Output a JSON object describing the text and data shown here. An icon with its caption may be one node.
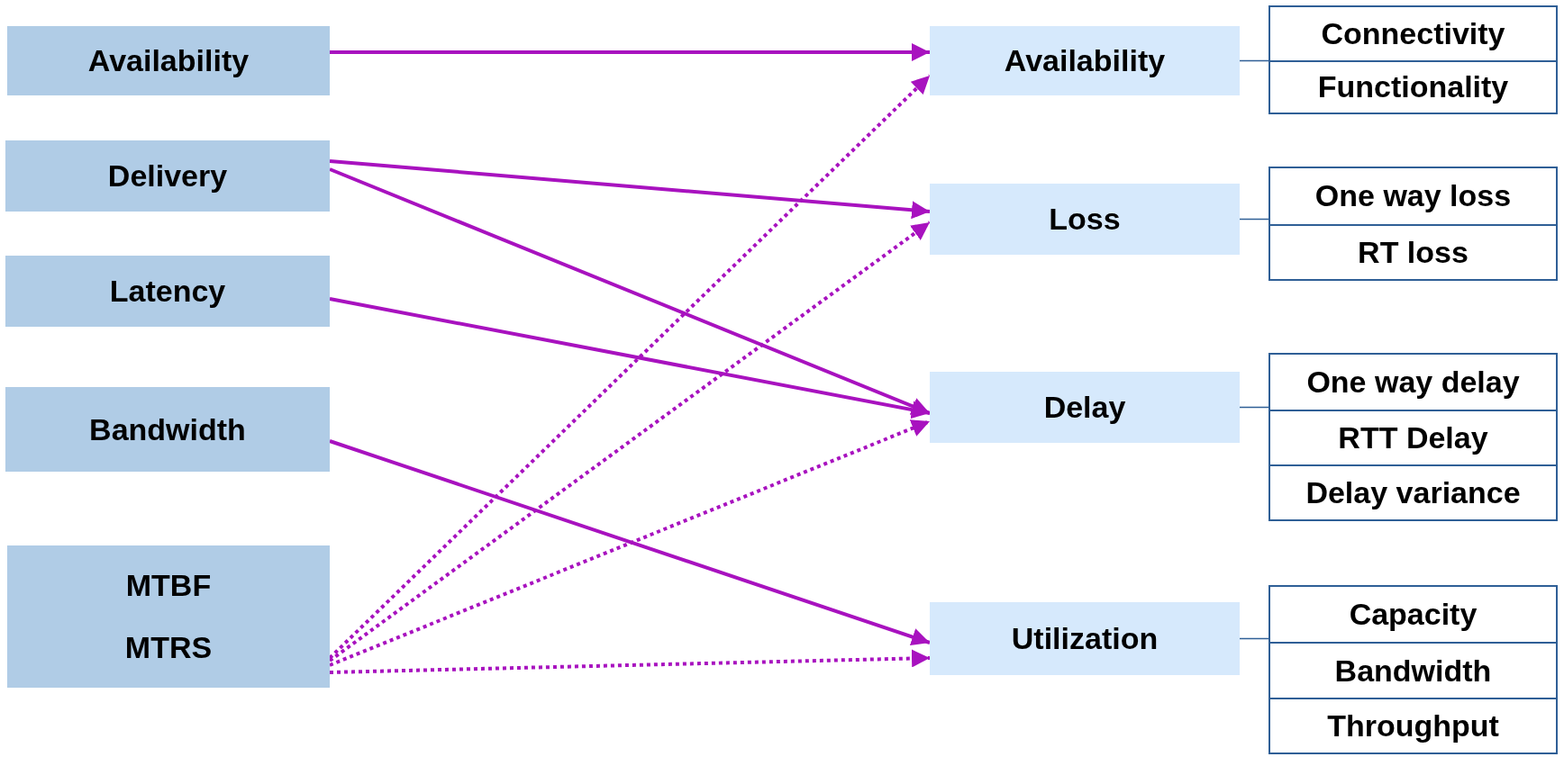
{
  "diagram": {
    "nodes": [
      {
        "text": [
          "Availability"
        ]
      },
      {
        "text": [
          "Delivery"
        ]
      },
      {
        "text": [
          "Latency"
        ]
      },
      {
        "text": [
          "Bandwidth"
        ]
      },
      {
        "text": [
          "MTBF",
          "MTRS"
        ]
      },
      {
        "text": [
          "Availability"
        ]
      },
      {
        "text": [],
        "shape": "box"
      },
      {
        "text": [
          "Connectivity"
        ],
        "in": 6
      },
      {
        "text": [
          "Functionality"
        ],
        "in": 6
      },
      {
        "text": [
          "Loss"
        ]
      },
      {
        "text": [],
        "shape": "box"
      },
      {
        "text": [
          "One way loss"
        ],
        "in": 10
      },
      {
        "text": [
          "RT loss"
        ],
        "in": 10
      },
      {
        "text": [
          "Delay"
        ]
      },
      {
        "text": [],
        "shape": "box"
      },
      {
        "text": [
          "One way delay"
        ],
        "in": 14
      },
      {
        "text": [
          "RTT Delay"
        ],
        "in": 14
      },
      {
        "text": [
          "Delay variance"
        ],
        "in": 14
      },
      {
        "text": [
          "Utilization"
        ]
      },
      {
        "text": [],
        "shape": "box"
      },
      {
        "text": [
          "Capacity"
        ],
        "in": 19
      },
      {
        "text": [
          "Bandwidth"
        ],
        "in": 19
      },
      {
        "text": [
          "Throughput"
        ],
        "in": 19
      }
    ],
    "edges": [
      {
        "from": 0,
        "to": 5,
        "arrow": "to"
      },
      {
        "from": 1,
        "to": 9,
        "arrow": "to"
      },
      {
        "from": 1,
        "to": 13,
        "arrow": "to"
      },
      {
        "from": 2,
        "to": 13,
        "arrow": "to"
      },
      {
        "from": 3,
        "to": 18,
        "arrow": "to"
      },
      {
        "from": 4,
        "to": 5,
        "arrow": "to",
        "style": "dashed"
      },
      {
        "from": 4,
        "to": 9,
        "arrow": "to",
        "style": "dashed"
      },
      {
        "from": 4,
        "to": 13,
        "arrow": "to",
        "style": "dashed"
      },
      {
        "from": 4,
        "to": 18,
        "arrow": "to",
        "style": "dashed"
      },
      {
        "from": 5,
        "to": 6,
        "arrow": "none",
        "color": "#2f5f96"
      },
      {
        "from": 9,
        "to": 10,
        "arrow": "none",
        "color": "#2f5f96"
      },
      {
        "from": 13,
        "to": 14,
        "arrow": "none",
        "color": "#2f5f96"
      },
      {
        "from": 18,
        "to": 19,
        "arrow": "none",
        "color": "#2f5f96"
      }
    ]
  }
}
